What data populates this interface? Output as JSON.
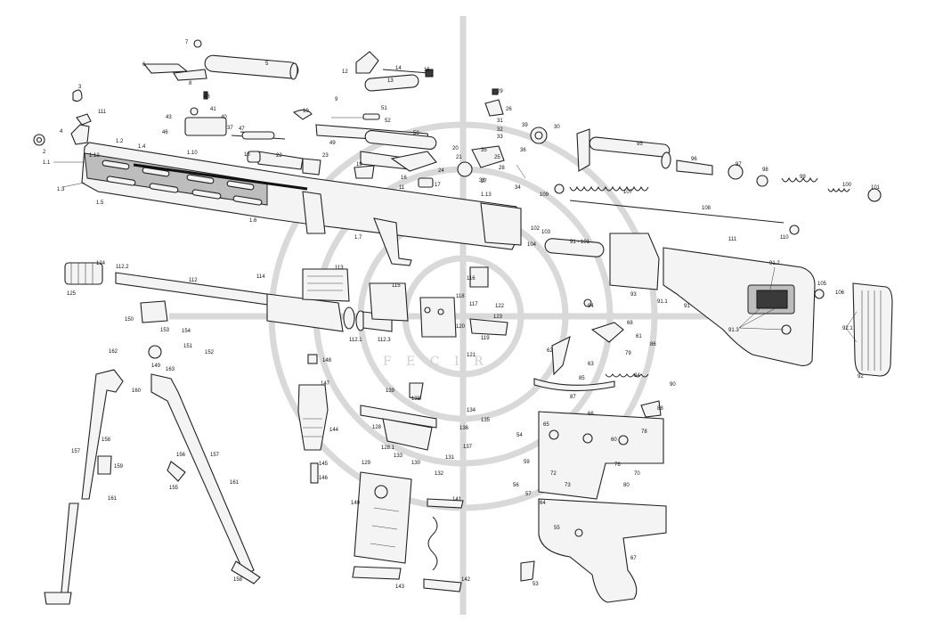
{
  "watermark": {
    "text": "F E C I R"
  },
  "callouts": [
    {
      "id": "c-7",
      "text": "7"
    },
    {
      "id": "c-5",
      "text": "5"
    },
    {
      "id": "c-6",
      "text": "6"
    },
    {
      "id": "c-8",
      "text": "8"
    },
    {
      "id": "c-48",
      "text": "48"
    },
    {
      "id": "c-3",
      "text": "3"
    },
    {
      "id": "c-111",
      "text": "111"
    },
    {
      "id": "c-4",
      "text": "4"
    },
    {
      "id": "c-2",
      "text": "2"
    },
    {
      "id": "c-11",
      "text": "1.1"
    },
    {
      "id": "c-12",
      "text": "1.2"
    },
    {
      "id": "c-13",
      "text": "1.3"
    },
    {
      "id": "c-14",
      "text": "1.4"
    },
    {
      "id": "c-15",
      "text": "1.5"
    },
    {
      "id": "c-16",
      "text": "1.6"
    },
    {
      "id": "c-112a",
      "text": "1.12"
    },
    {
      "id": "c-110",
      "text": "1.10"
    },
    {
      "id": "c-113",
      "text": "1.13"
    },
    {
      "id": "c-17",
      "text": "1.7"
    },
    {
      "id": "c-41",
      "text": "41"
    },
    {
      "id": "c-43",
      "text": "43"
    },
    {
      "id": "c-40",
      "text": "40"
    },
    {
      "id": "c-46",
      "text": "46"
    },
    {
      "id": "c-47",
      "text": "47"
    },
    {
      "id": "c-49",
      "text": "49"
    },
    {
      "id": "c-50",
      "text": "50"
    },
    {
      "id": "c-51",
      "text": "51"
    },
    {
      "id": "c-52",
      "text": "52"
    },
    {
      "id": "c-9",
      "text": "9"
    },
    {
      "id": "c-10",
      "text": "10"
    },
    {
      "id": "c-19",
      "text": "19"
    },
    {
      "id": "c-18",
      "text": "18"
    },
    {
      "id": "c-20",
      "text": "20"
    },
    {
      "id": "c-21",
      "text": "21"
    },
    {
      "id": "c-22",
      "text": "22"
    },
    {
      "id": "c-23",
      "text": "23"
    },
    {
      "id": "c-14b",
      "text": "14"
    },
    {
      "id": "c-15b",
      "text": "15"
    },
    {
      "id": "c-16b",
      "text": "16"
    },
    {
      "id": "c-13b",
      "text": "13"
    },
    {
      "id": "c-12b",
      "text": "12"
    },
    {
      "id": "c-11b",
      "text": "11"
    },
    {
      "id": "c-17b",
      "text": "17"
    },
    {
      "id": "c-24",
      "text": "24"
    },
    {
      "id": "c-25",
      "text": "25"
    },
    {
      "id": "c-26",
      "text": "26"
    },
    {
      "id": "c-27",
      "text": "27"
    },
    {
      "id": "c-28",
      "text": "28"
    },
    {
      "id": "c-29",
      "text": "29"
    },
    {
      "id": "c-30",
      "text": "30"
    },
    {
      "id": "c-31",
      "text": "31"
    },
    {
      "id": "c-32",
      "text": "32"
    },
    {
      "id": "c-33",
      "text": "33"
    },
    {
      "id": "c-34",
      "text": "34"
    },
    {
      "id": "c-35",
      "text": "35"
    },
    {
      "id": "c-36",
      "text": "36"
    },
    {
      "id": "c-37",
      "text": "37"
    },
    {
      "id": "c-38",
      "text": "38"
    },
    {
      "id": "c-39",
      "text": "39"
    },
    {
      "id": "c-95",
      "text": "95"
    },
    {
      "id": "c-96",
      "text": "96"
    },
    {
      "id": "c-97",
      "text": "97"
    },
    {
      "id": "c-98",
      "text": "98"
    },
    {
      "id": "c-99",
      "text": "99"
    },
    {
      "id": "c-100",
      "text": "100"
    },
    {
      "id": "c-101",
      "text": "101"
    },
    {
      "id": "c-107",
      "text": "107"
    },
    {
      "id": "c-108",
      "text": "108"
    },
    {
      "id": "c-109",
      "text": "109"
    },
    {
      "id": "c-110b",
      "text": "110"
    },
    {
      "id": "c-111b",
      "text": "111"
    },
    {
      "id": "c-102",
      "text": "102"
    },
    {
      "id": "c-103",
      "text": "103"
    },
    {
      "id": "c-104",
      "text": "104"
    },
    {
      "id": "c-105",
      "text": "105"
    },
    {
      "id": "c-106",
      "text": "106"
    },
    {
      "id": "c-9101",
      "text": "91 - 101"
    },
    {
      "id": "c-93",
      "text": "93"
    },
    {
      "id": "c-94",
      "text": "94"
    },
    {
      "id": "c-91",
      "text": "91"
    },
    {
      "id": "c-911",
      "text": "91.1"
    },
    {
      "id": "c-912",
      "text": "91.2"
    },
    {
      "id": "c-913",
      "text": "91.3"
    },
    {
      "id": "c-92",
      "text": "92"
    },
    {
      "id": "c-921",
      "text": "92.1"
    },
    {
      "id": "c-124",
      "text": "124"
    },
    {
      "id": "c-1122",
      "text": "112.2"
    },
    {
      "id": "c-125",
      "text": "125"
    },
    {
      "id": "c-112",
      "text": "112"
    },
    {
      "id": "c-114",
      "text": "114"
    },
    {
      "id": "c-113b",
      "text": "113"
    },
    {
      "id": "c-115",
      "text": "115"
    },
    {
      "id": "c-1121",
      "text": "112.1"
    },
    {
      "id": "c-1123",
      "text": "112.3"
    },
    {
      "id": "c-116",
      "text": "116"
    },
    {
      "id": "c-117",
      "text": "117"
    },
    {
      "id": "c-118",
      "text": "118"
    },
    {
      "id": "c-119",
      "text": "119"
    },
    {
      "id": "c-120",
      "text": "120"
    },
    {
      "id": "c-121",
      "text": "121"
    },
    {
      "id": "c-122",
      "text": "122"
    },
    {
      "id": "c-123",
      "text": "123"
    },
    {
      "id": "c-150",
      "text": "150"
    },
    {
      "id": "c-153",
      "text": "153"
    },
    {
      "id": "c-154",
      "text": "154"
    },
    {
      "id": "c-151",
      "text": "151"
    },
    {
      "id": "c-152",
      "text": "152"
    },
    {
      "id": "c-162",
      "text": "162"
    },
    {
      "id": "c-149",
      "text": "149"
    },
    {
      "id": "c-163",
      "text": "163"
    },
    {
      "id": "c-160",
      "text": "160"
    },
    {
      "id": "c-157",
      "text": "157"
    },
    {
      "id": "c-158",
      "text": "158"
    },
    {
      "id": "c-159",
      "text": "159"
    },
    {
      "id": "c-161",
      "text": "161"
    },
    {
      "id": "c-156",
      "text": "156"
    },
    {
      "id": "c-155",
      "text": "155"
    },
    {
      "id": "c-157b",
      "text": "157"
    },
    {
      "id": "c-161b",
      "text": "161"
    },
    {
      "id": "c-158b",
      "text": "158"
    },
    {
      "id": "c-148",
      "text": "148"
    },
    {
      "id": "c-147",
      "text": "147"
    },
    {
      "id": "c-144",
      "text": "144"
    },
    {
      "id": "c-145",
      "text": "145"
    },
    {
      "id": "c-146",
      "text": "146"
    },
    {
      "id": "c-139",
      "text": "139"
    },
    {
      "id": "c-138",
      "text": "138"
    },
    {
      "id": "c-128",
      "text": "128"
    },
    {
      "id": "c-1281",
      "text": "128.1"
    },
    {
      "id": "c-129",
      "text": "129"
    },
    {
      "id": "c-133",
      "text": "133"
    },
    {
      "id": "c-130",
      "text": "130"
    },
    {
      "id": "c-131",
      "text": "131"
    },
    {
      "id": "c-132",
      "text": "132"
    },
    {
      "id": "c-134",
      "text": "134"
    },
    {
      "id": "c-135",
      "text": "135"
    },
    {
      "id": "c-136",
      "text": "136"
    },
    {
      "id": "c-137",
      "text": "137"
    },
    {
      "id": "c-140",
      "text": "140"
    },
    {
      "id": "c-141",
      "text": "141"
    },
    {
      "id": "c-142",
      "text": "142"
    },
    {
      "id": "c-143",
      "text": "143"
    },
    {
      "id": "c-68",
      "text": "68"
    },
    {
      "id": "c-61",
      "text": "61"
    },
    {
      "id": "c-86",
      "text": "86"
    },
    {
      "id": "c-79",
      "text": "79"
    },
    {
      "id": "c-62",
      "text": "62"
    },
    {
      "id": "c-63",
      "text": "63"
    },
    {
      "id": "c-85",
      "text": "85"
    },
    {
      "id": "c-84",
      "text": "84"
    },
    {
      "id": "c-90",
      "text": "90"
    },
    {
      "id": "c-87",
      "text": "87"
    },
    {
      "id": "c-66",
      "text": "66"
    },
    {
      "id": "c-88",
      "text": "88"
    },
    {
      "id": "c-65",
      "text": "65"
    },
    {
      "id": "c-60",
      "text": "60"
    },
    {
      "id": "c-78",
      "text": "78"
    },
    {
      "id": "c-76",
      "text": "76"
    },
    {
      "id": "c-70",
      "text": "70"
    },
    {
      "id": "c-72",
      "text": "72"
    },
    {
      "id": "c-73",
      "text": "73"
    },
    {
      "id": "c-80",
      "text": "80"
    },
    {
      "id": "c-54",
      "text": "54"
    },
    {
      "id": "c-59",
      "text": "59"
    },
    {
      "id": "c-56",
      "text": "56"
    },
    {
      "id": "c-57",
      "text": "57"
    },
    {
      "id": "c-64",
      "text": "64"
    },
    {
      "id": "c-53",
      "text": "53"
    },
    {
      "id": "c-67",
      "text": "67"
    },
    {
      "id": "c-55",
      "text": "55"
    }
  ]
}
